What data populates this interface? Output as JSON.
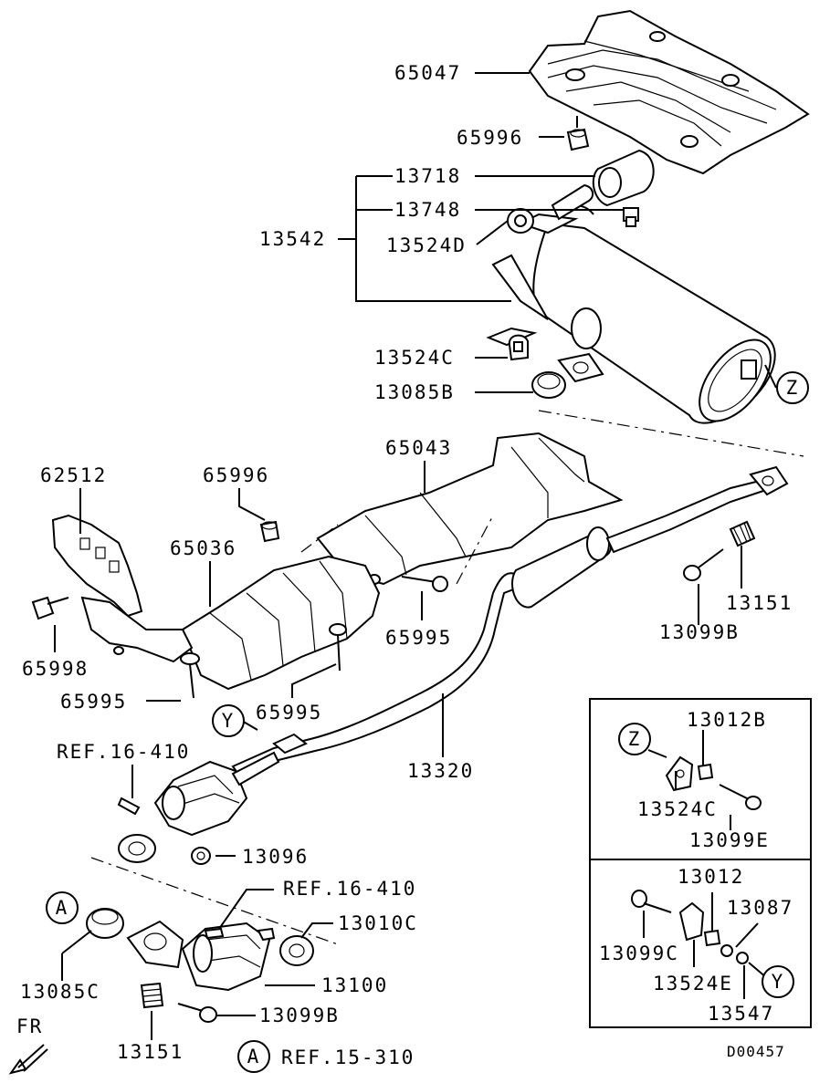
{
  "diagram_code": "D00457",
  "front_indicator": "FR",
  "callouts": {
    "A": "A",
    "Y": "Y",
    "Z": "Z"
  },
  "part_labels": {
    "p65047": "65047",
    "p65996_top": "65996",
    "p13718": "13718",
    "p13748": "13748",
    "p13542": "13542",
    "p13524D": "13524D",
    "p13524C": "13524C",
    "p13085B": "13085B",
    "p65043": "65043",
    "p62512": "62512",
    "p65996_mid": "65996",
    "p65036": "65036",
    "p65995_a": "65995",
    "p65998": "65998",
    "p65995_b": "65995",
    "p65995_c": "65995",
    "p13151_right": "13151",
    "p13099B_right": "13099B",
    "p13320": "13320",
    "ref16410_top": "REF.16-410",
    "p13096": "13096",
    "ref16410_bottom": "REF.16-410",
    "p13010C": "13010C",
    "p13085C": "13085C",
    "p13100": "13100",
    "p13099B_bottom": "13099B",
    "p13151_bottom": "13151",
    "ref15310": "REF.15-310"
  },
  "detail_z": {
    "p13012B": "13012B",
    "p13524C": "13524C",
    "p13099E": "13099E"
  },
  "detail_y": {
    "p13012": "13012",
    "p13087": "13087",
    "p13099C": "13099C",
    "p13524E": "13524E",
    "p13547": "13547"
  }
}
